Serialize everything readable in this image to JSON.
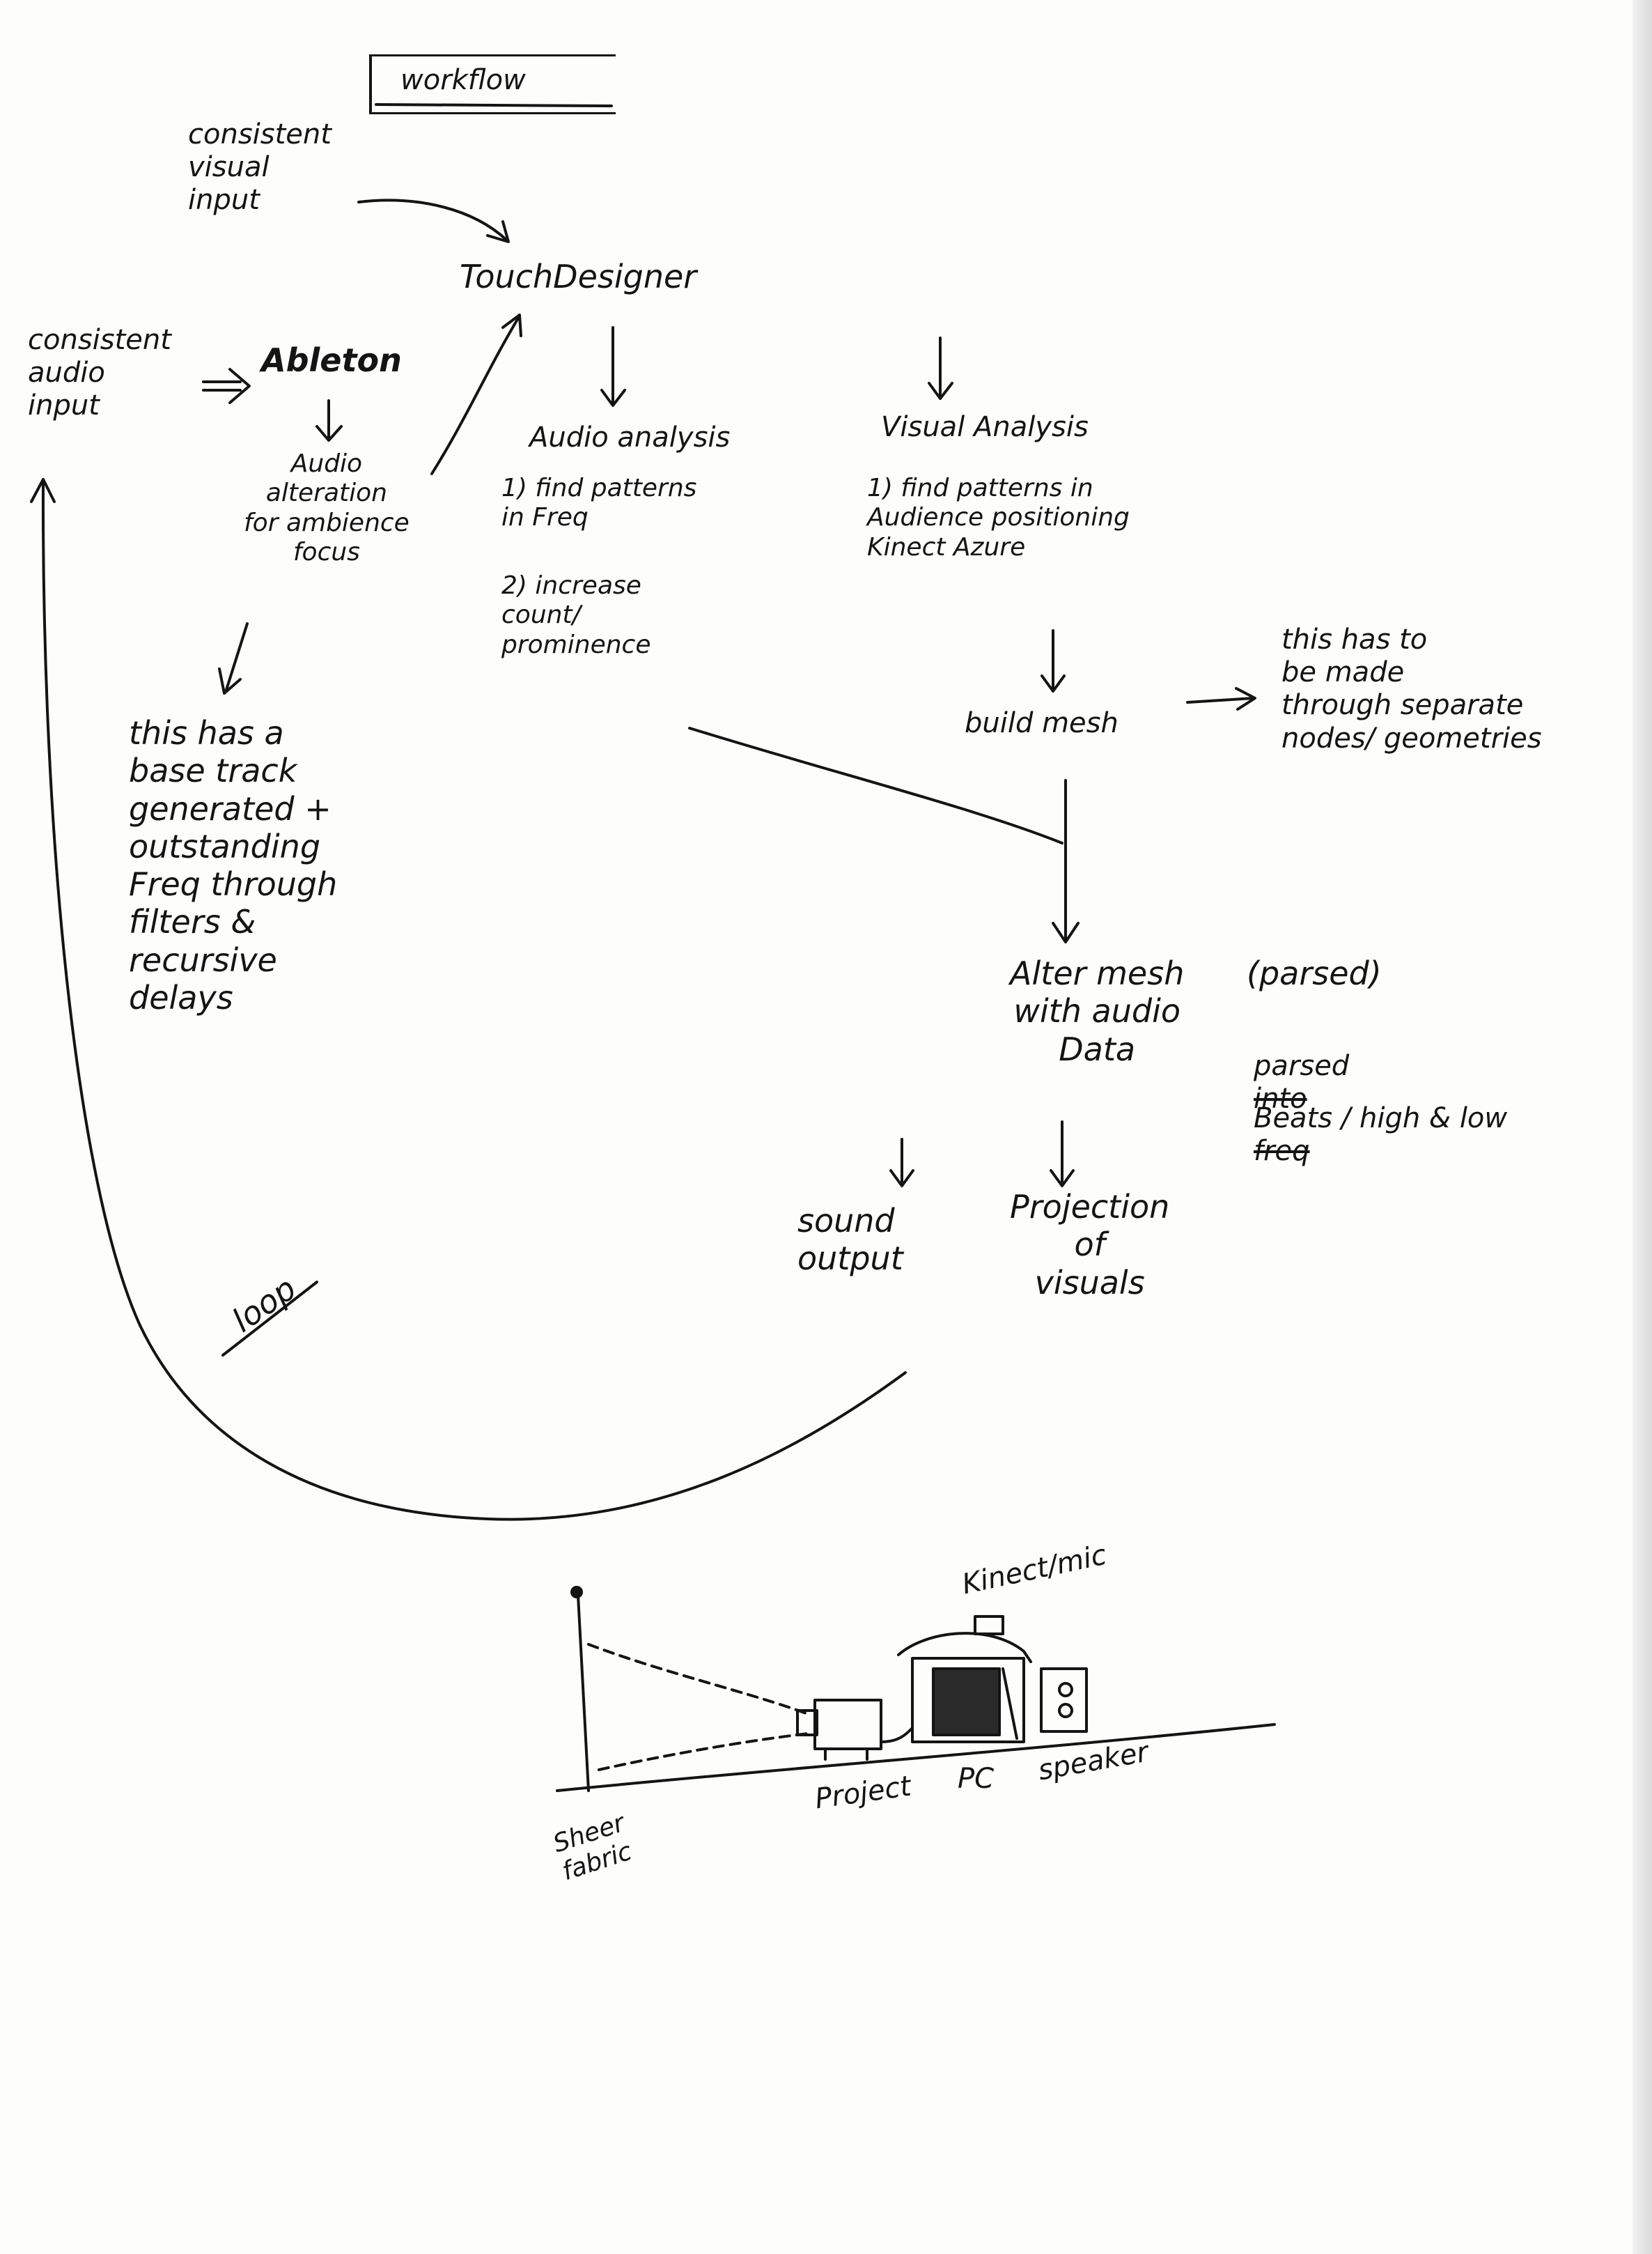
{
  "title": "workflow",
  "nodes": {
    "visual_input": "consistent\nvisual\ninput",
    "touchdesigner": "TouchDesigner",
    "audio_input": "consistent\naudio\ninput",
    "ableton": "Ableton",
    "audio_alteration": "Audio\nalteration\nfor ambience\nfocus",
    "audio_analysis_title": "Audio analysis",
    "audio_analysis_1": "1)  find patterns\n      in Freq",
    "audio_analysis_2": "2)  increase\n      count/\n      prominence",
    "visual_analysis_title": "Visual Analysis",
    "visual_analysis_1": "1)  find patterns in\n      Audience positioning\n      Kinect Azure",
    "build_mesh": "build mesh",
    "mesh_note": "this has to\nbe made\nthrough separate\nnodes/ geometries",
    "base_track_note": "this has a\nbase track\ngenerated +\noutstanding\nFreq through\nfilters  &\nrecursive\ndelays",
    "alter_mesh": "Alter mesh\nwith audio\nData",
    "parsed": "(parsed)",
    "parsed_note_prefix": "parsed",
    "parsed_struck": "into",
    "parsed_note_line2": "Beats / high & low",
    "parsed_struck2": "freq",
    "sound_output": "sound\noutput",
    "projection": "Projection\nof\nvisuals",
    "loop": "loop"
  },
  "sketch_labels": {
    "kinect_mic": "Kinect/mic",
    "sheer_fabric": "Sheer\nfabric",
    "projector": "Project",
    "pc": "PC",
    "speaker": "speaker"
  }
}
